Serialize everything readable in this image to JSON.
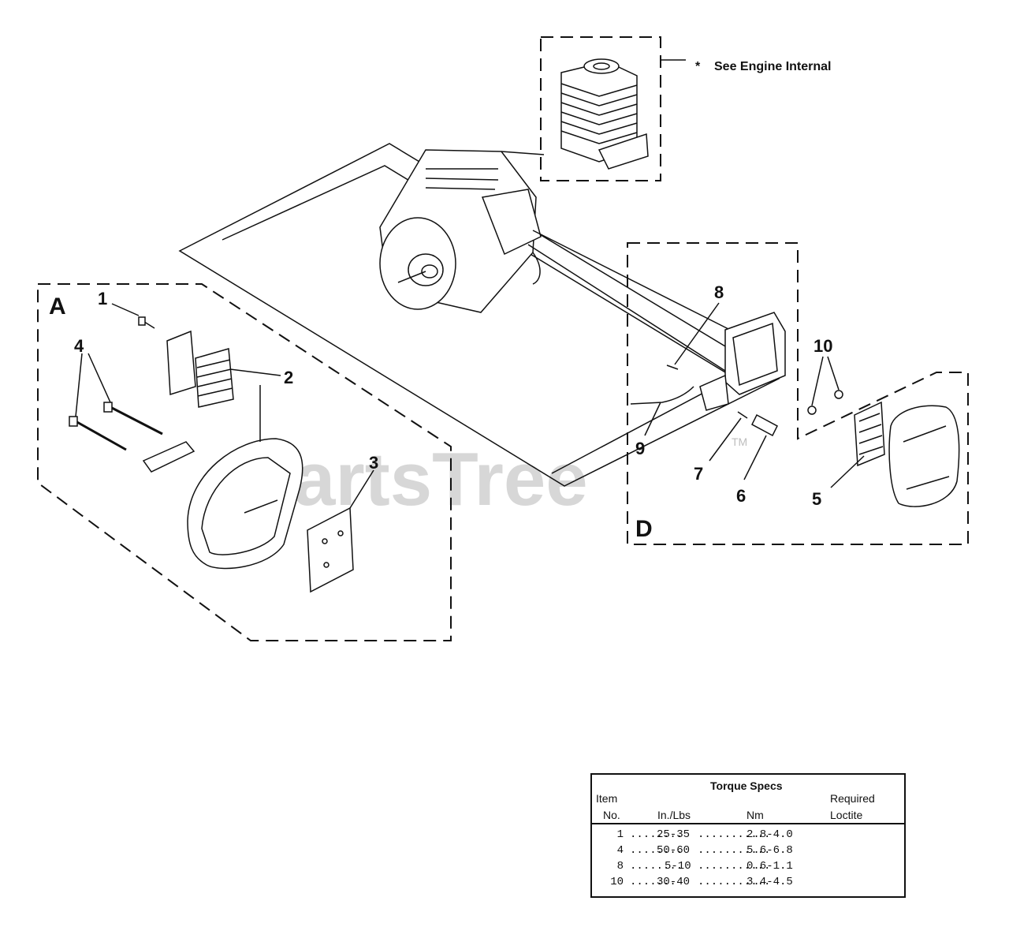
{
  "labels": {
    "section_a": "A",
    "section_d": "D",
    "note_marker": "*",
    "note_text": "See Engine Internal",
    "watermark": "PartsTree",
    "watermark_tm": "TM"
  },
  "callouts": [
    "1",
    "2",
    "3",
    "4",
    "5",
    "6",
    "7",
    "8",
    "9",
    "10"
  ],
  "torque_table": {
    "title": "Torque Specs",
    "col_item_1": "Item",
    "col_item_2": "No.",
    "col_inlbs": "In./Lbs",
    "col_nm": "Nm",
    "col_loctite_1": "Required",
    "col_loctite_2": "Loctite",
    "rows": [
      {
        "item": "1",
        "inlbs": "25-35",
        "nm": "2.8-4.0"
      },
      {
        "item": "4",
        "inlbs": "50-60",
        "nm": "5.6-6.8"
      },
      {
        "item": "8",
        "inlbs": "5-10",
        "nm": "0.6-1.1"
      },
      {
        "item": "10",
        "inlbs": "30-40",
        "nm": "3.4-4.5"
      }
    ]
  }
}
